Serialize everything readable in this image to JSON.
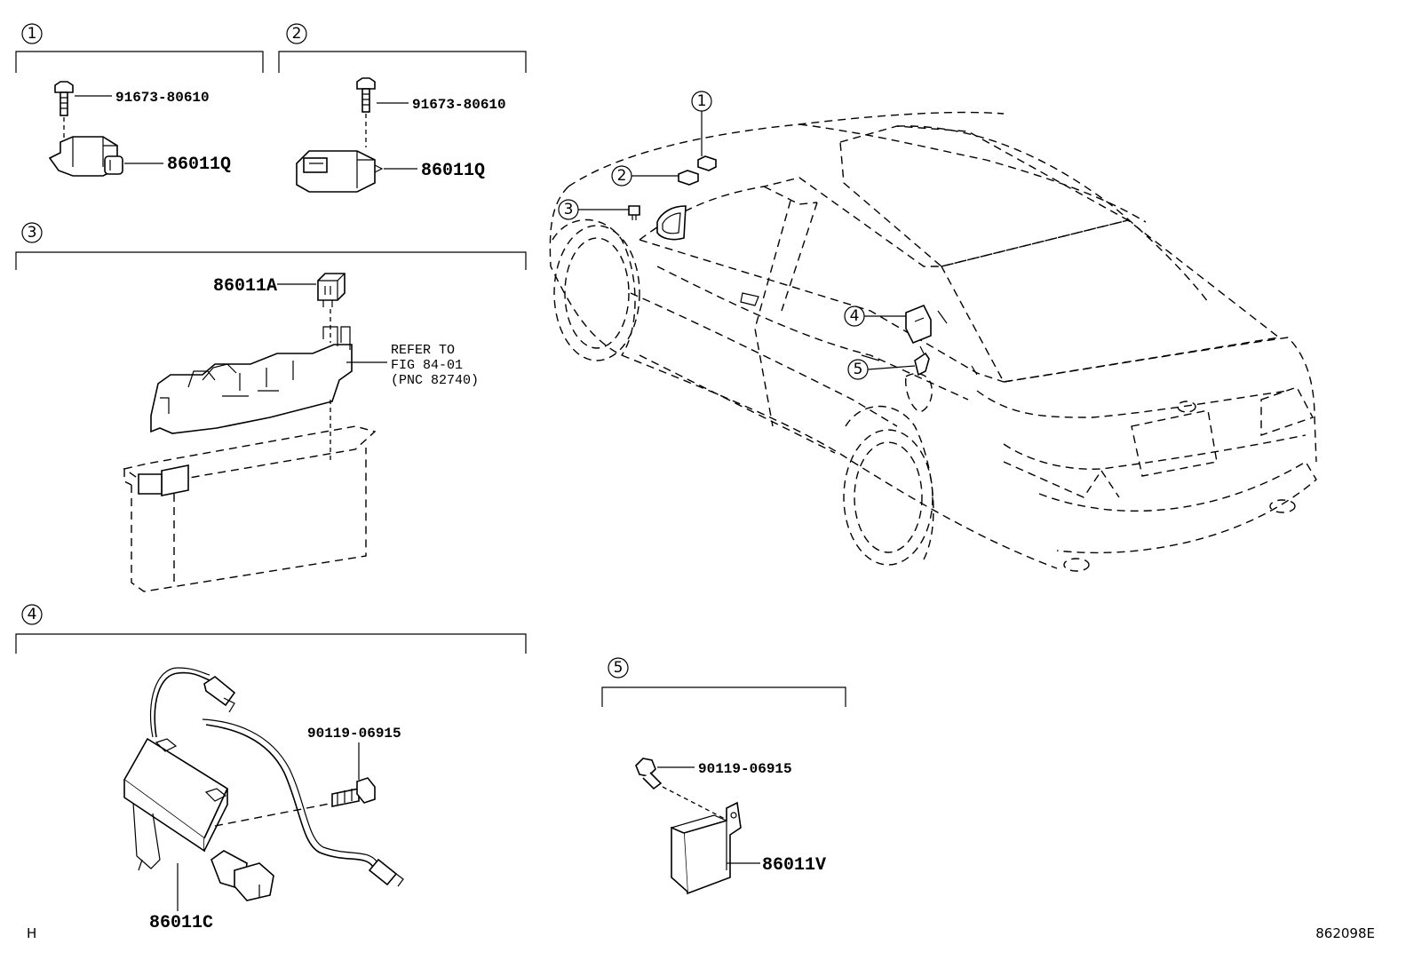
{
  "sections": [
    {
      "id": "1",
      "parts": [
        "91673-80610",
        "86011Q"
      ]
    },
    {
      "id": "2",
      "parts": [
        "91673-80610",
        "86011Q"
      ]
    },
    {
      "id": "3",
      "parts": [
        "86011A"
      ],
      "note": [
        "REFER TO",
        "FIG 84-01",
        "(PNC 82740)"
      ]
    },
    {
      "id": "4",
      "parts": [
        "90119-06915",
        "86011C"
      ]
    },
    {
      "id": "5",
      "parts": [
        "90119-06915",
        "86011V"
      ]
    }
  ],
  "car_callouts": [
    "1",
    "2",
    "3",
    "4",
    "5"
  ],
  "footer": {
    "left_mark": "H",
    "figure_id": "862098E"
  }
}
